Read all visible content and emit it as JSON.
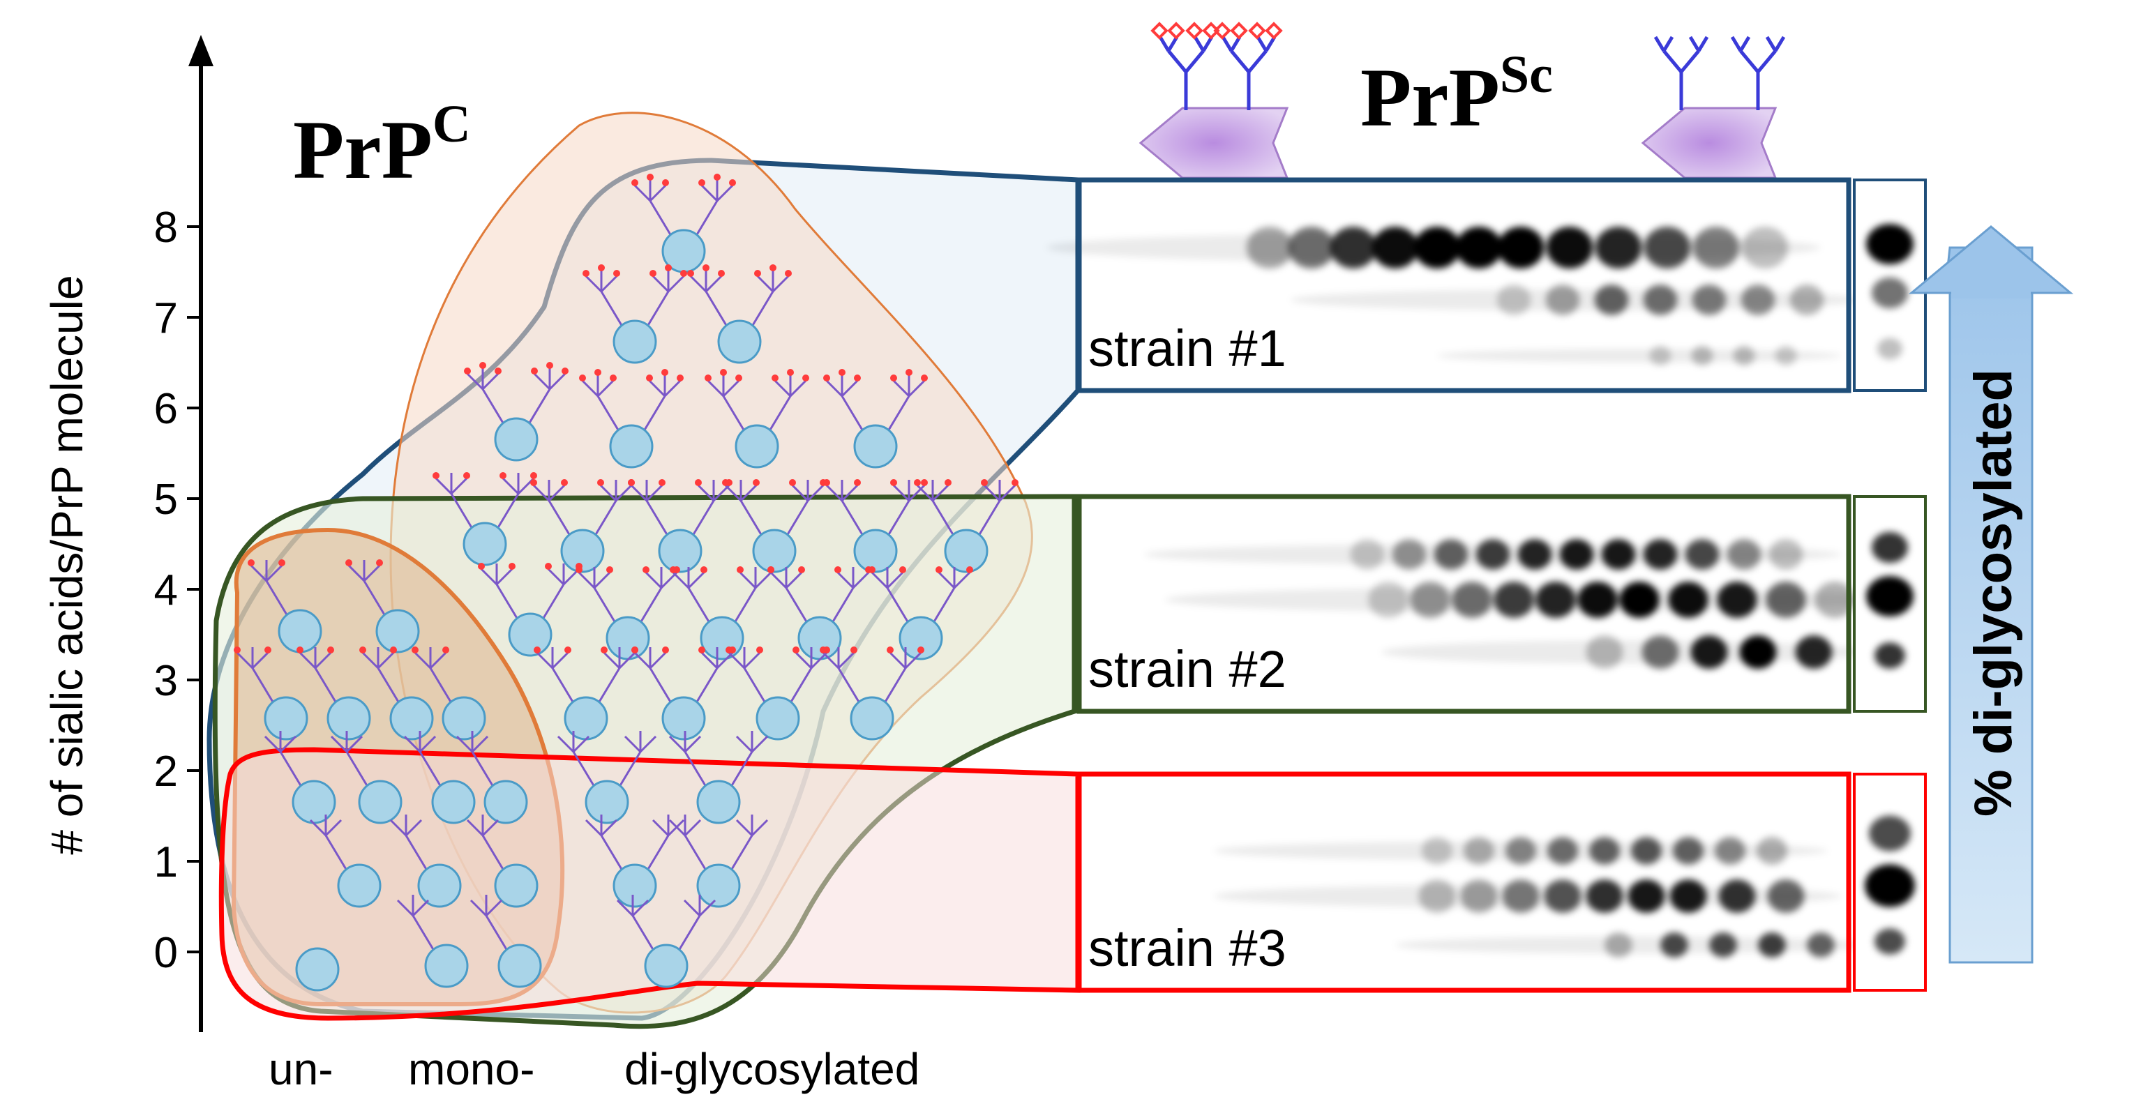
{
  "prpc_title": {
    "base": "PrP",
    "sup": "C"
  },
  "prpsc_title": {
    "base": "PrP",
    "sup": "Sc"
  },
  "y_axis": {
    "label": "# of sialic acids/PrP molecule",
    "ticks": [
      "0",
      "1",
      "2",
      "3",
      "4",
      "5",
      "6",
      "7",
      "8"
    ]
  },
  "x_labels": {
    "un": "un-",
    "mono": "mono-",
    "di": "di-glycosylated"
  },
  "strains": [
    {
      "label": "strain #1",
      "color": "#1f4e79"
    },
    {
      "label": "strain #2",
      "color": "#375623"
    },
    {
      "label": "strain #3",
      "color": "#ff0000"
    }
  ],
  "arrow_label": "% di-glycosylated",
  "colors": {
    "molecule_fill": "#a9d4e8",
    "molecule_stroke": "#4a9bc7",
    "glycan_purple": "#7a57c8",
    "sialic_red": "#ff3b3b",
    "arrow_fill": "#b9d7f0",
    "arrow_stroke": "#6a9fd0",
    "region_blue": "#1f4e79",
    "region_green": "#375623",
    "region_red": "#ff0000",
    "region_orange": "#e07b39"
  }
}
